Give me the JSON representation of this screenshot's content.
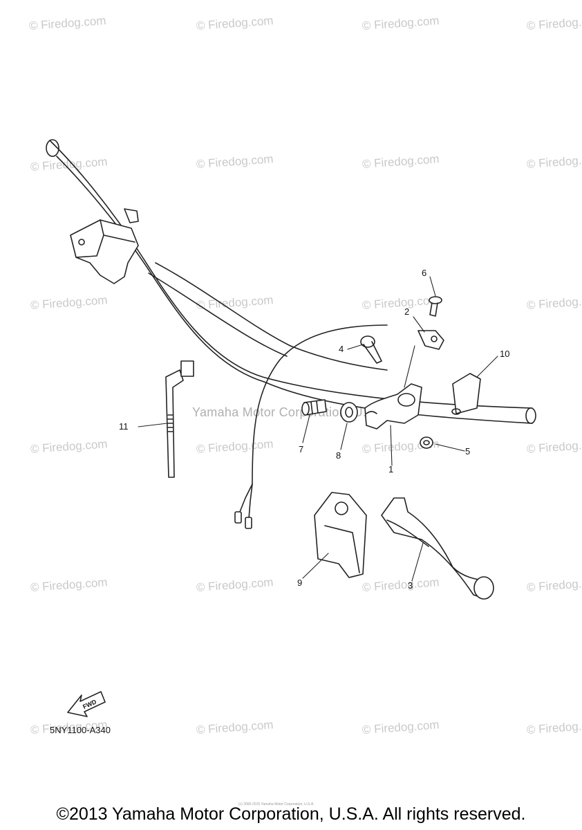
{
  "watermark": "© Firedog.com",
  "center_watermark": "Yamaha Motor Corporation, U.S.A.",
  "callouts": {
    "c1": "1",
    "c2": "2",
    "c3": "3",
    "c4": "4",
    "c5": "5",
    "c6": "6",
    "c7": "7",
    "c8": "8",
    "c9": "9",
    "c10": "10",
    "c11": "11"
  },
  "fwd_label": "FWD",
  "ref_code": "5NY1100-A340",
  "tiny_note": "(c) 2000-2015 Yamaha Motor Corporation, U.S.A.",
  "copyright": "©2013 Yamaha Motor Corporation, U.S.A. All rights reserved.",
  "colors": {
    "line": "#222222",
    "watermark": "#c9c9c9"
  }
}
